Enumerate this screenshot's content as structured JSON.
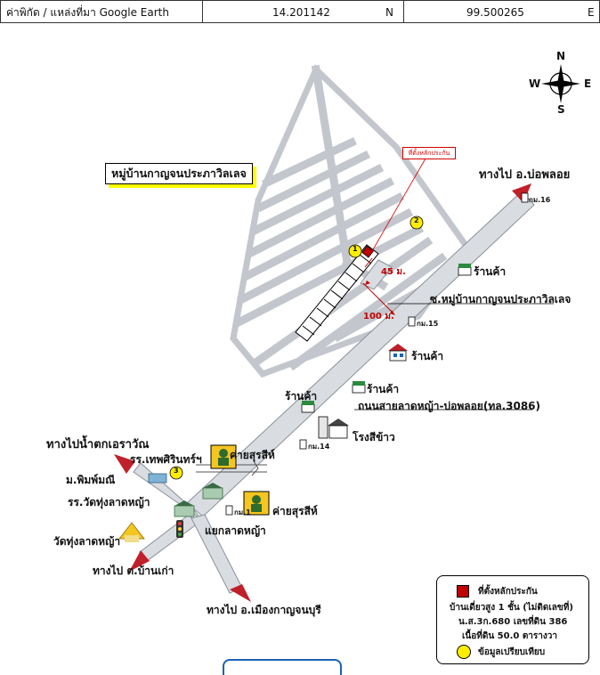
{
  "header": {
    "coord_label": "ค่าพิกัด / แหล่งที่มา Google Earth",
    "lat_value": "14.201142",
    "lat_dir": "N",
    "lon_value": "99.500265",
    "lon_dir": "E"
  },
  "compass": {
    "north": "N",
    "south": "S",
    "east": "E",
    "west": "W"
  },
  "labels": {
    "village_name": "หมู่บ้านกาญจนประภาวิลเลจ",
    "landmark_tag": "ที่ตั้งหลักประกัน",
    "to_bo_phloi": "ทางไป อ.บ่อพลอย",
    "km16": "กม.16",
    "shop_1": "ร้านค้า",
    "alley": "ซ.หมู่บ้านกาญจนประภาวิลเลจ",
    "dist_45": "45 ม.",
    "dist_100": "100 ม.",
    "km15": "กม.15",
    "shop_2": "ร้านค้า",
    "shop_3": "ร้านค้า",
    "shop_4": "ร้านค้า",
    "road_name": "ถนนสายลาดหญ้า-บ่อพลอย(ทล.3086)",
    "rice_mill": "โรงสีข้าว",
    "km14": "กม.14",
    "to_waterfall": "ทางไปน้ำตกเอราวัณ",
    "school_1": "รร.เทพศิรินทร์ฯ",
    "camp_1": "ค่ายสุรสีห์",
    "museum": "ม.พิมพ์มณี",
    "school_2": "รร.วัดทุ่งลาดหญ้า",
    "km1": "กม.1",
    "camp_2": "ค่ายสุรสีห์",
    "temple": "วัดทุ่งลาดหญ้า",
    "junction": "แยกลาดหญ้า",
    "to_ban_kao": "ทางไป ต.บ้านเก่า",
    "to_kanchanaburi": "ทางไป อ.เมืองกาญจนบุรี",
    "marker_1": "1",
    "marker_2": "2",
    "marker_3": "3"
  },
  "legend": {
    "line1": "ที่ตั้งหลักประกัน",
    "line2": "บ้านเดี่ยวสูง 1 ชั้น (ไม่ติดเลขที่)",
    "line3": "น.ส.3ก.680 เลขที่ดิน 386",
    "line4": "เนื้อที่ดิน 50.0 ตารางวา",
    "line5": "ข้อมูลเปรียบเทียบ"
  },
  "colors": {
    "road_fill": "#d9dde2",
    "road_edge": "#8a9099",
    "arrow_red": "#c0202a",
    "marker_yellow": "#ffee00",
    "landmark_red": "#c00000"
  }
}
